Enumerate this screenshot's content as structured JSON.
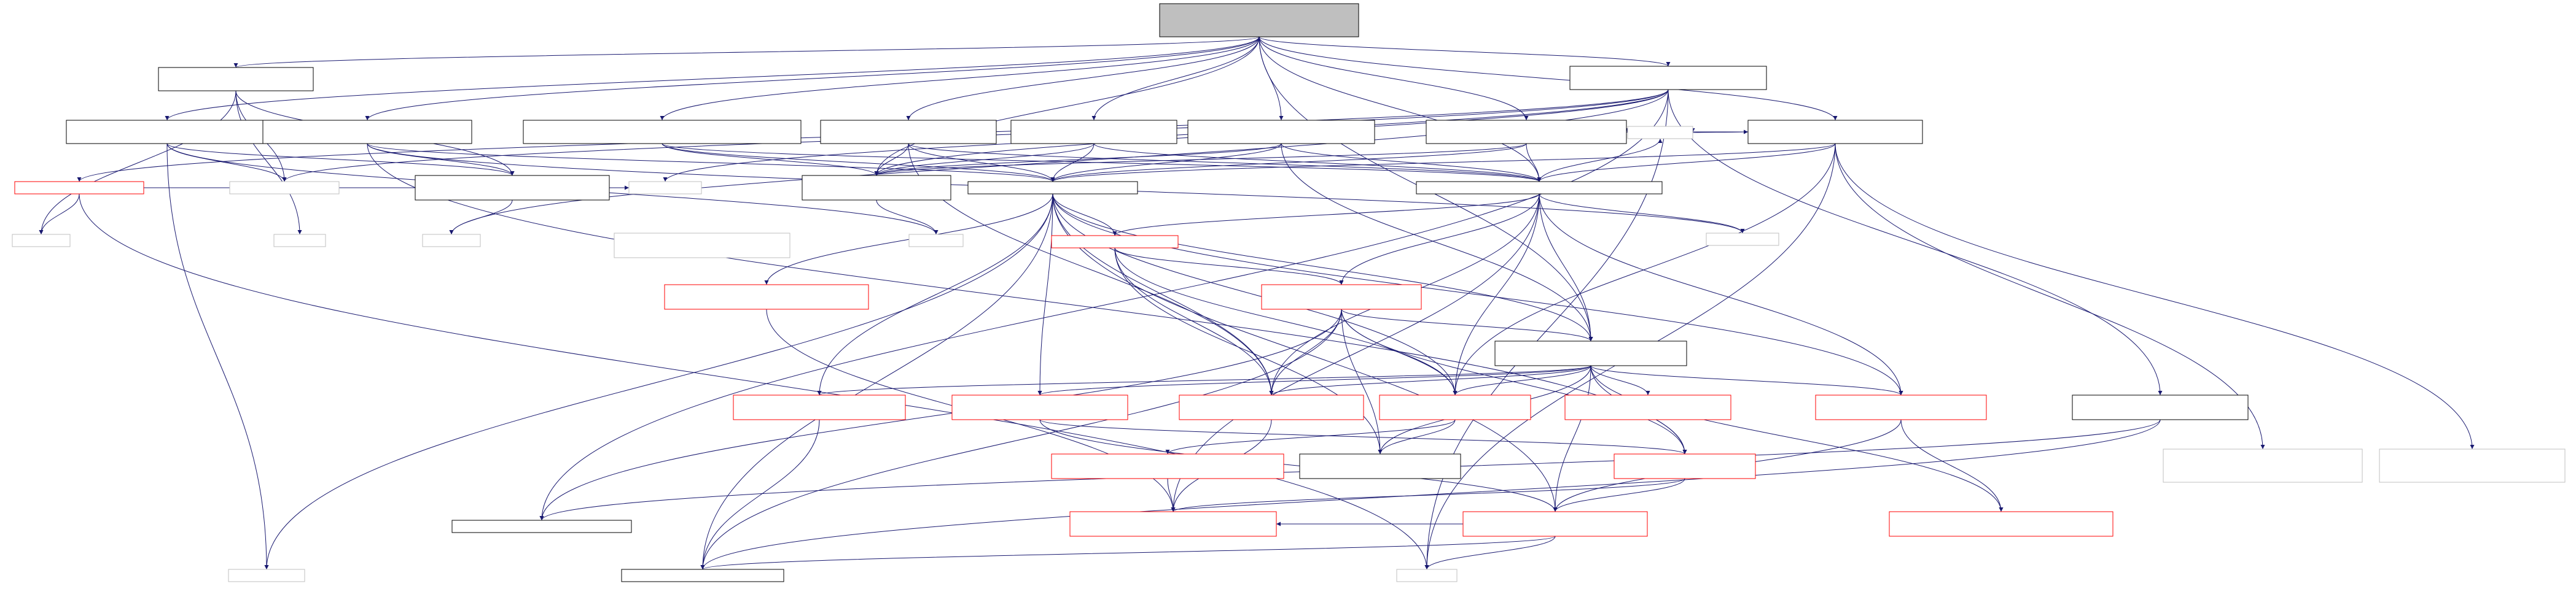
{
  "colors": {
    "edge": "#191970",
    "border_black": "#000000",
    "border_red": "#ff0000",
    "border_grey": "#bfbfbf",
    "root_fill": "#bfbfbf"
  },
  "nodes": [
    {
      "id": "n0",
      "style": "root",
      "lines": [
        "",
        "",
        ""
      ]
    },
    {
      "id": "n1",
      "style": "black",
      "lines": [
        "",
        ""
      ]
    },
    {
      "id": "n2",
      "style": "black",
      "lines": [
        "",
        ""
      ]
    },
    {
      "id": "n3",
      "style": "black",
      "lines": [
        "",
        ""
      ]
    },
    {
      "id": "n4",
      "style": "black",
      "lines": [
        "",
        ""
      ]
    },
    {
      "id": "n5",
      "style": "black",
      "lines": [
        "",
        ""
      ]
    },
    {
      "id": "n6",
      "style": "black",
      "lines": [
        "",
        ""
      ]
    },
    {
      "id": "n7",
      "style": "black",
      "lines": [
        "",
        ""
      ]
    },
    {
      "id": "n8",
      "style": "black",
      "lines": [
        "",
        ""
      ]
    },
    {
      "id": "n9",
      "style": "black",
      "lines": [
        "",
        ""
      ]
    },
    {
      "id": "n10",
      "style": "black",
      "lines": [
        "",
        ""
      ]
    },
    {
      "id": "n11",
      "style": "grey",
      "lines": [
        ""
      ]
    },
    {
      "id": "n12",
      "style": "red",
      "lines": [
        ""
      ]
    },
    {
      "id": "n13",
      "style": "grey",
      "lines": [
        ""
      ]
    },
    {
      "id": "n14",
      "style": "black",
      "lines": [
        "",
        ""
      ]
    },
    {
      "id": "n15",
      "style": "grey",
      "lines": [
        ""
      ]
    },
    {
      "id": "n16",
      "style": "black",
      "lines": [
        "",
        ""
      ]
    },
    {
      "id": "n17",
      "style": "black",
      "lines": [
        ""
      ]
    },
    {
      "id": "n18",
      "style": "black",
      "lines": [
        ""
      ]
    },
    {
      "id": "n19",
      "style": "grey",
      "lines": [
        ""
      ]
    },
    {
      "id": "n20",
      "style": "grey",
      "lines": [
        ""
      ]
    },
    {
      "id": "n21",
      "style": "grey",
      "lines": [
        ""
      ]
    },
    {
      "id": "n22",
      "style": "grey",
      "lines": [
        ""
      ]
    },
    {
      "id": "n23",
      "style": "grey",
      "lines": [
        "",
        ""
      ]
    },
    {
      "id": "n24",
      "style": "grey",
      "lines": [
        ""
      ]
    },
    {
      "id": "n25",
      "style": "red",
      "lines": [
        ""
      ]
    },
    {
      "id": "n26",
      "style": "grey",
      "lines": [
        ""
      ]
    },
    {
      "id": "n27",
      "style": "red",
      "lines": [
        "",
        ""
      ]
    },
    {
      "id": "n28",
      "style": "red",
      "lines": [
        "",
        ""
      ]
    },
    {
      "id": "n29",
      "style": "black",
      "lines": [
        "",
        ""
      ]
    },
    {
      "id": "n30",
      "style": "red",
      "lines": [
        "",
        ""
      ]
    },
    {
      "id": "n31",
      "style": "red",
      "lines": [
        "",
        ""
      ]
    },
    {
      "id": "n32",
      "style": "red",
      "lines": [
        "",
        ""
      ]
    },
    {
      "id": "n33",
      "style": "red",
      "lines": [
        "",
        ""
      ]
    },
    {
      "id": "n34",
      "style": "red",
      "lines": [
        "",
        ""
      ]
    },
    {
      "id": "n35",
      "style": "black",
      "lines": [
        "",
        ""
      ]
    },
    {
      "id": "n36",
      "style": "red",
      "lines": [
        "",
        ""
      ]
    },
    {
      "id": "n37",
      "style": "red",
      "lines": [
        "",
        ""
      ]
    },
    {
      "id": "n38",
      "style": "red",
      "lines": [
        "",
        ""
      ]
    },
    {
      "id": "n39",
      "style": "black",
      "lines": [
        "",
        ""
      ]
    },
    {
      "id": "n40",
      "style": "red",
      "lines": [
        "",
        ""
      ]
    },
    {
      "id": "n41",
      "style": "grey",
      "lines": [
        "",
        "",
        ""
      ]
    },
    {
      "id": "n42",
      "style": "grey",
      "lines": [
        "",
        "",
        ""
      ]
    },
    {
      "id": "n43",
      "style": "black",
      "lines": [
        ""
      ]
    },
    {
      "id": "n44",
      "style": "red",
      "lines": [
        "",
        ""
      ]
    },
    {
      "id": "n45",
      "style": "red",
      "lines": [
        "",
        ""
      ]
    },
    {
      "id": "n46",
      "style": "red",
      "lines": [
        "",
        ""
      ]
    },
    {
      "id": "n47",
      "style": "grey",
      "lines": [
        ""
      ]
    },
    {
      "id": "n48",
      "style": "black",
      "lines": [
        ""
      ]
    },
    {
      "id": "n49",
      "style": "grey",
      "lines": [
        ""
      ]
    }
  ],
  "edges": [
    [
      "n0",
      "n1"
    ],
    [
      "n0",
      "n2"
    ],
    [
      "n0",
      "n3"
    ],
    [
      "n0",
      "n4"
    ],
    [
      "n0",
      "n5"
    ],
    [
      "n0",
      "n6"
    ],
    [
      "n0",
      "n7"
    ],
    [
      "n0",
      "n8"
    ],
    [
      "n0",
      "n9"
    ],
    [
      "n0",
      "n10"
    ],
    [
      "n0",
      "n16"
    ],
    [
      "n0",
      "n18"
    ],
    [
      "n0",
      "n29"
    ],
    [
      "n1",
      "n11"
    ],
    [
      "n1",
      "n13"
    ],
    [
      "n1",
      "n14"
    ],
    [
      "n1",
      "n15"
    ],
    [
      "n2",
      "n12"
    ],
    [
      "n2",
      "n13"
    ],
    [
      "n2",
      "n19"
    ],
    [
      "n2",
      "n20"
    ],
    [
      "n2",
      "n16"
    ],
    [
      "n2",
      "n39"
    ],
    [
      "n2",
      "n43"
    ],
    [
      "n2",
      "n49"
    ],
    [
      "n3",
      "n13"
    ],
    [
      "n3",
      "n14"
    ],
    [
      "n3",
      "n21"
    ],
    [
      "n3",
      "n47"
    ],
    [
      "n4",
      "n14"
    ],
    [
      "n4",
      "n22"
    ],
    [
      "n4",
      "n24"
    ],
    [
      "n4",
      "n17"
    ],
    [
      "n5",
      "n16"
    ],
    [
      "n5",
      "n17"
    ],
    [
      "n5",
      "n18"
    ],
    [
      "n6",
      "n16"
    ],
    [
      "n6",
      "n17"
    ],
    [
      "n6",
      "n18"
    ],
    [
      "n7",
      "n16"
    ],
    [
      "n7",
      "n17"
    ],
    [
      "n7",
      "n18"
    ],
    [
      "n8",
      "n16"
    ],
    [
      "n8",
      "n17"
    ],
    [
      "n8",
      "n18"
    ],
    [
      "n8",
      "n29"
    ],
    [
      "n9",
      "n16"
    ],
    [
      "n9",
      "n17"
    ],
    [
      "n9",
      "n18"
    ],
    [
      "n9",
      "n26"
    ],
    [
      "n9",
      "n10"
    ],
    [
      "n10",
      "n17"
    ],
    [
      "n10",
      "n18"
    ],
    [
      "n10",
      "n26"
    ],
    [
      "n12",
      "n11"
    ],
    [
      "n12",
      "n20"
    ],
    [
      "n12",
      "n49"
    ],
    [
      "n14",
      "n19"
    ],
    [
      "n16",
      "n21"
    ],
    [
      "n17",
      "n22"
    ],
    [
      "n17",
      "n25"
    ],
    [
      "n17",
      "n27"
    ],
    [
      "n17",
      "n29"
    ],
    [
      "n17",
      "n30"
    ],
    [
      "n17",
      "n31"
    ],
    [
      "n17",
      "n32"
    ],
    [
      "n17",
      "n33"
    ],
    [
      "n17",
      "n37"
    ],
    [
      "n17",
      "n44"
    ],
    [
      "n17",
      "n47"
    ],
    [
      "n17",
      "n48"
    ],
    [
      "n18",
      "n24"
    ],
    [
      "n18",
      "n25"
    ],
    [
      "n18",
      "n26"
    ],
    [
      "n18",
      "n28"
    ],
    [
      "n18",
      "n29"
    ],
    [
      "n18",
      "n31"
    ],
    [
      "n18",
      "n32"
    ],
    [
      "n18",
      "n37"
    ],
    [
      "n18",
      "n40"
    ],
    [
      "n18",
      "n45"
    ],
    [
      "n25",
      "n28"
    ],
    [
      "n25",
      "n31"
    ],
    [
      "n25",
      "n32"
    ],
    [
      "n25",
      "n35"
    ],
    [
      "n27",
      "n40"
    ],
    [
      "n28",
      "n29"
    ],
    [
      "n28",
      "n31"
    ],
    [
      "n28",
      "n32"
    ],
    [
      "n28",
      "n35"
    ],
    [
      "n28",
      "n36"
    ],
    [
      "n28",
      "n43"
    ],
    [
      "n28",
      "n48"
    ],
    [
      "n29",
      "n30"
    ],
    [
      "n29",
      "n31"
    ],
    [
      "n29",
      "n32"
    ],
    [
      "n29",
      "n33"
    ],
    [
      "n29",
      "n34"
    ],
    [
      "n29",
      "n35"
    ],
    [
      "n29",
      "n36"
    ],
    [
      "n29",
      "n37"
    ],
    [
      "n29",
      "n44"
    ],
    [
      "n29",
      "n45"
    ],
    [
      "n29",
      "n46"
    ],
    [
      "n30",
      "n48"
    ],
    [
      "n31",
      "n40"
    ],
    [
      "n32",
      "n38"
    ],
    [
      "n32",
      "n35"
    ],
    [
      "n33",
      "n36"
    ],
    [
      "n33",
      "n44"
    ],
    [
      "n36",
      "n40"
    ],
    [
      "n36",
      "n44"
    ],
    [
      "n36",
      "n45"
    ],
    [
      "n37",
      "n44"
    ],
    [
      "n37",
      "n46"
    ],
    [
      "n38",
      "n40"
    ],
    [
      "n39",
      "n43"
    ],
    [
      "n39",
      "n48"
    ],
    [
      "n4",
      "n36"
    ],
    [
      "n6",
      "n31"
    ],
    [
      "n10",
      "n41"
    ],
    [
      "n10",
      "n42"
    ],
    [
      "n10",
      "n49"
    ],
    [
      "n10",
      "n32"
    ],
    [
      "n44",
      "n40"
    ],
    [
      "n44",
      "n48"
    ],
    [
      "n44",
      "n49"
    ],
    [
      "n45",
      "n45x"
    ]
  ]
}
